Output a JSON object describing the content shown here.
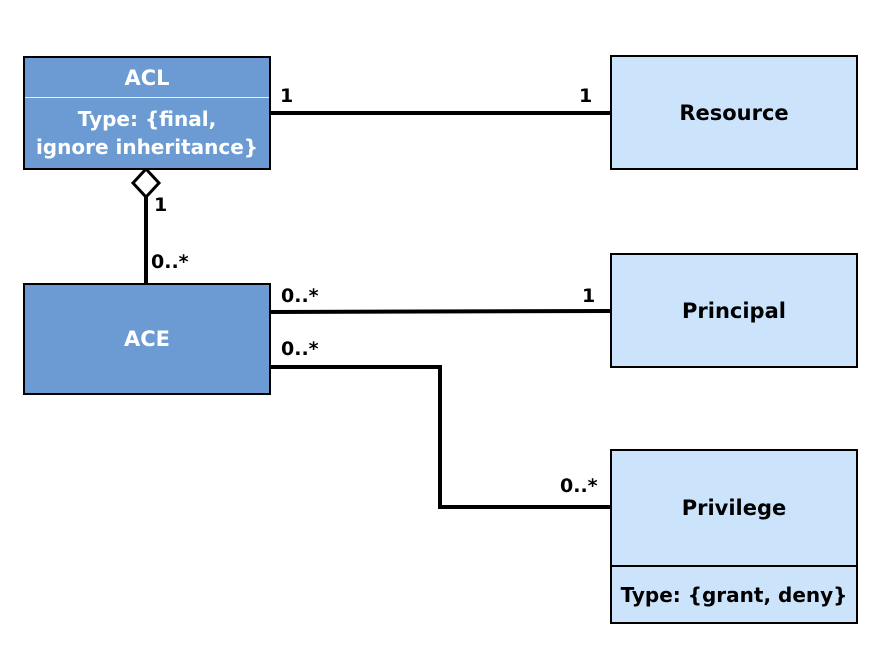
{
  "colors": {
    "class_fill": "#6B9BD2",
    "class_text": "#FFFFFF",
    "entity_fill": "#CBE4FB",
    "entity_text": "#000000",
    "border": "#000000",
    "connector": "#000000",
    "acl_divider": "#E6EEF8",
    "background": "#FFFFFF"
  },
  "classes": {
    "acl": {
      "title": "ACL",
      "attribute_lines": [
        "Type: {final,",
        "ignore inheritance}"
      ]
    },
    "ace": {
      "title": "ACE"
    },
    "resource": {
      "title": "Resource"
    },
    "principal": {
      "title": "Principal"
    },
    "privilege": {
      "title": "Privilege",
      "attribute": "Type: {grant, deny}"
    }
  },
  "relations": {
    "acl_resource": {
      "type": "association",
      "from": "ACL",
      "to": "Resource",
      "from_multiplicity": "1",
      "to_multiplicity": "1"
    },
    "acl_ace": {
      "type": "aggregation",
      "whole": "ACL",
      "part": "ACE",
      "whole_multiplicity": "1",
      "part_multiplicity": "0..*"
    },
    "ace_principal": {
      "type": "association",
      "from": "ACE",
      "to": "Principal",
      "from_multiplicity": "0..*",
      "to_multiplicity": "1"
    },
    "ace_privilege": {
      "type": "association",
      "from": "ACE",
      "to": "Privilege",
      "from_multiplicity": "0..*",
      "to_multiplicity": "0..*"
    }
  }
}
